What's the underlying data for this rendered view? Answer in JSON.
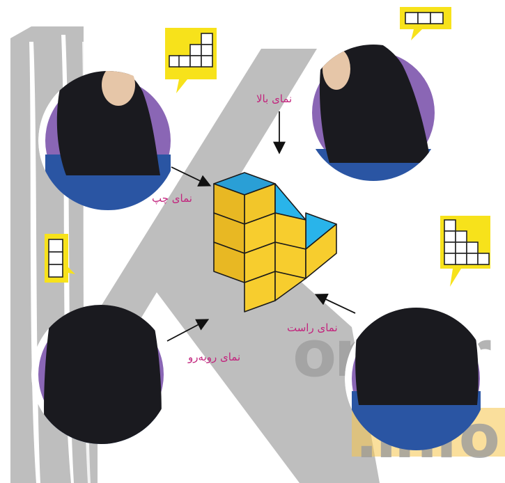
{
  "colors": {
    "label": "#c2247d",
    "bubble": "#f7e21b",
    "cube_side": "#f2c62a",
    "cube_top_blue": "#2a9fd6",
    "cube_top_light": "#29b4ea",
    "watermark_gray": "#b3b3b3",
    "watermark_orange": "#f6c44a",
    "circle_purple": "#8a66b5",
    "scarf": "#1a1a1f",
    "uniform_blue": "#2a55a3"
  },
  "labels": {
    "top_view": "نمای بالا",
    "left_view": "نمای چپ",
    "right_view": "نمای راست",
    "front_view": "نمای روبه‌رو"
  },
  "watermark": {
    "text_main": "onkur",
    "text_domain": ".info"
  },
  "icons": {
    "top_bubble": "three-squares-horizontal-icon",
    "left_bubble": "staircase-grid-icon",
    "right_bubble": "staircase-grid-icon",
    "front_bubble": "three-squares-vertical-icon"
  }
}
